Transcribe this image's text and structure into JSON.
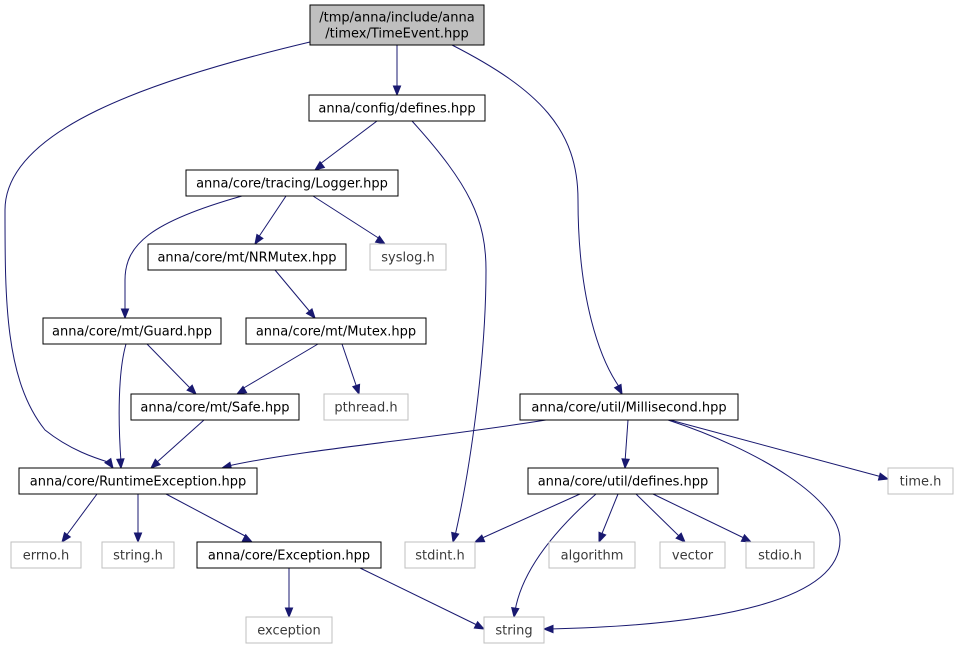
{
  "colors": {
    "edge": "#191970",
    "root_fill": "#bfbfbf",
    "local_border": "#000000",
    "system_border": "#bfbfbf",
    "background": "#ffffff"
  },
  "nodes": [
    {
      "id": "timeevent",
      "kind": "root",
      "lines": [
        "/tmp/anna/include/anna",
        "/timex/TimeEvent.hpp"
      ]
    },
    {
      "id": "config-defines",
      "kind": "local",
      "lines": [
        "anna/config/defines.hpp"
      ]
    },
    {
      "id": "logger",
      "kind": "local",
      "lines": [
        "anna/core/tracing/Logger.hpp"
      ]
    },
    {
      "id": "nrmutex",
      "kind": "local",
      "lines": [
        "anna/core/mt/NRMutex.hpp"
      ]
    },
    {
      "id": "syslog",
      "kind": "system",
      "lines": [
        "syslog.h"
      ]
    },
    {
      "id": "guard",
      "kind": "local",
      "lines": [
        "anna/core/mt/Guard.hpp"
      ]
    },
    {
      "id": "mutex",
      "kind": "local",
      "lines": [
        "anna/core/mt/Mutex.hpp"
      ]
    },
    {
      "id": "safe",
      "kind": "local",
      "lines": [
        "anna/core/mt/Safe.hpp"
      ]
    },
    {
      "id": "pthread",
      "kind": "system",
      "lines": [
        "pthread.h"
      ]
    },
    {
      "id": "millisecond",
      "kind": "local",
      "lines": [
        "anna/core/util/Millisecond.hpp"
      ]
    },
    {
      "id": "runtimeexception",
      "kind": "local",
      "lines": [
        "anna/core/RuntimeException.hpp"
      ]
    },
    {
      "id": "util-defines",
      "kind": "local",
      "lines": [
        "anna/core/util/defines.hpp"
      ]
    },
    {
      "id": "time",
      "kind": "system",
      "lines": [
        "time.h"
      ]
    },
    {
      "id": "errno",
      "kind": "system",
      "lines": [
        "errno.h"
      ]
    },
    {
      "id": "string-h",
      "kind": "system",
      "lines": [
        "string.h"
      ]
    },
    {
      "id": "exception-hpp",
      "kind": "local",
      "lines": [
        "anna/core/Exception.hpp"
      ]
    },
    {
      "id": "stdint",
      "kind": "system",
      "lines": [
        "stdint.h"
      ]
    },
    {
      "id": "algorithm",
      "kind": "system",
      "lines": [
        "algorithm"
      ]
    },
    {
      "id": "vector",
      "kind": "system",
      "lines": [
        "vector"
      ]
    },
    {
      "id": "stdio",
      "kind": "system",
      "lines": [
        "stdio.h"
      ]
    },
    {
      "id": "exception",
      "kind": "system",
      "lines": [
        "exception"
      ]
    },
    {
      "id": "string",
      "kind": "system",
      "lines": [
        "string"
      ]
    }
  ],
  "edges": [
    {
      "from": "timeevent",
      "to": "config-defines"
    },
    {
      "from": "timeevent",
      "to": "runtimeexception"
    },
    {
      "from": "timeevent",
      "to": "millisecond"
    },
    {
      "from": "config-defines",
      "to": "logger"
    },
    {
      "from": "config-defines",
      "to": "stdint"
    },
    {
      "from": "logger",
      "to": "nrmutex"
    },
    {
      "from": "logger",
      "to": "syslog"
    },
    {
      "from": "logger",
      "to": "guard"
    },
    {
      "from": "nrmutex",
      "to": "mutex"
    },
    {
      "from": "guard",
      "to": "safe"
    },
    {
      "from": "guard",
      "to": "runtimeexception"
    },
    {
      "from": "mutex",
      "to": "safe"
    },
    {
      "from": "mutex",
      "to": "pthread"
    },
    {
      "from": "safe",
      "to": "runtimeexception"
    },
    {
      "from": "millisecond",
      "to": "runtimeexception"
    },
    {
      "from": "millisecond",
      "to": "util-defines"
    },
    {
      "from": "millisecond",
      "to": "time"
    },
    {
      "from": "millisecond",
      "to": "string"
    },
    {
      "from": "runtimeexception",
      "to": "errno"
    },
    {
      "from": "runtimeexception",
      "to": "string-h"
    },
    {
      "from": "runtimeexception",
      "to": "exception-hpp"
    },
    {
      "from": "util-defines",
      "to": "stdint"
    },
    {
      "from": "util-defines",
      "to": "string"
    },
    {
      "from": "util-defines",
      "to": "algorithm"
    },
    {
      "from": "util-defines",
      "to": "vector"
    },
    {
      "from": "util-defines",
      "to": "stdio"
    },
    {
      "from": "exception-hpp",
      "to": "exception"
    },
    {
      "from": "exception-hpp",
      "to": "string"
    }
  ]
}
